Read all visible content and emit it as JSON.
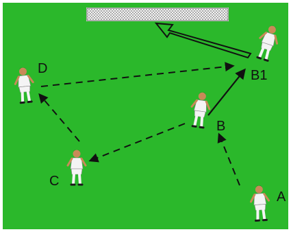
{
  "diagram": {
    "colors": {
      "field": "#2bb82b",
      "player_kit": "#f4f4f4",
      "skin": "#c98a58",
      "hair": "#1a1a1a",
      "arrow": "#111111",
      "goal_frame": "#ffffff"
    },
    "players": [
      {
        "id": "A",
        "label": "A"
      },
      {
        "id": "B",
        "label": "B"
      },
      {
        "id": "B1",
        "label": "B1"
      },
      {
        "id": "C",
        "label": "C"
      },
      {
        "id": "D",
        "label": "D"
      }
    ],
    "passes": [
      {
        "from": "A",
        "to": "B",
        "style": "dashed"
      },
      {
        "from": "B",
        "to": "C",
        "style": "dashed"
      },
      {
        "from": "C",
        "to": "D",
        "style": "dashed"
      },
      {
        "from": "D",
        "to": "B1",
        "style": "dashed"
      }
    ],
    "runs": [
      {
        "from": "B",
        "to": "B1",
        "style": "solid"
      }
    ],
    "shots": [
      {
        "from": "B1",
        "to": "goal",
        "style": "double"
      }
    ]
  }
}
